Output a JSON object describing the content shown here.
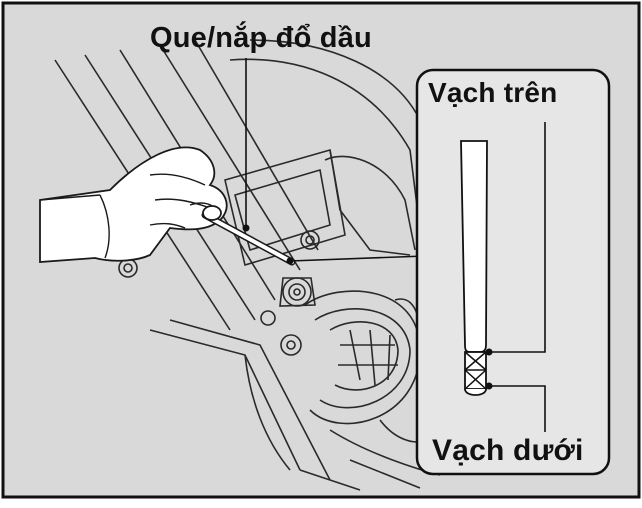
{
  "labels": {
    "filler": "Que/nắp đổ dầu",
    "upper": "Vạch trên",
    "lower": "Vạch dưới"
  },
  "icons": {
    "hand": "hand-icon",
    "dipstick": "dipstick-icon",
    "engine": "engine-illustration"
  },
  "colors": {
    "background": "#d9d9d9",
    "inset": "#e6e6e6",
    "line": "#111111"
  }
}
